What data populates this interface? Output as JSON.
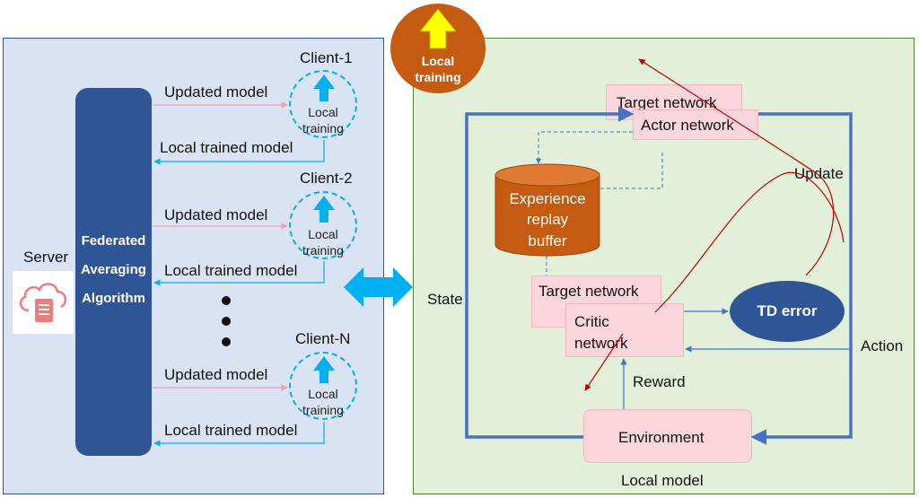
{
  "left": {
    "server_label": "Server",
    "fed_lines": [
      "Federated",
      "Averaging",
      "Algorithm"
    ],
    "clients": [
      {
        "name": "Client-1",
        "updated": "Updated model",
        "trained": "Local trained model",
        "circle_lines": [
          "Local",
          "training"
        ]
      },
      {
        "name": "Client-2",
        "updated": "Updated model",
        "trained": "Local trained model",
        "circle_lines": [
          "Local",
          "training"
        ]
      },
      {
        "name": "Client-N",
        "updated": "Updated model",
        "trained": "Local trained model",
        "circle_lines": [
          "Local",
          "training"
        ]
      }
    ]
  },
  "badge": {
    "lines": [
      "Local",
      "training"
    ]
  },
  "right": {
    "target_network_actor": "Target network",
    "actor_network": "Actor network",
    "experience_lines": [
      "Experience",
      "replay",
      "buffer"
    ],
    "target_network_critic": "Target network",
    "critic_lines": [
      "Critic",
      "network"
    ],
    "td_error": "TD error",
    "environment": "Environment",
    "state": "State",
    "action": "Action",
    "reward": "Reward",
    "update": "Update",
    "local_model": "Local model"
  },
  "colors": {
    "left_bg": "#dae3f3",
    "right_bg": "#e2f0d9",
    "dark_blue": "#2f5597",
    "cyan": "#00b0f0",
    "orange": "#c55a11",
    "pink": "#fbd6dc",
    "red_line": "#c00000"
  },
  "icons": [
    "cloud-document-icon",
    "up-arrow-icon",
    "double-arrow-icon"
  ]
}
